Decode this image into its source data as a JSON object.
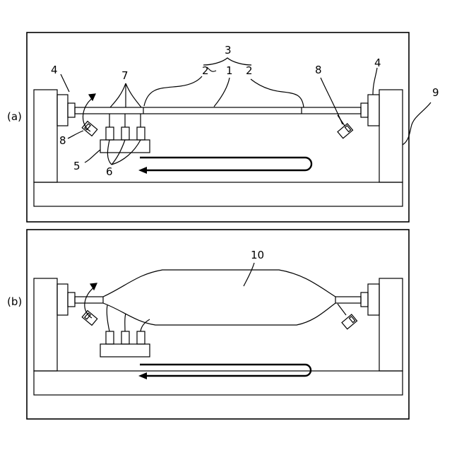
{
  "panels": {
    "a": {
      "panel_label": "(a)",
      "labels": {
        "core_group": "3",
        "cladding_left": "2",
        "core": "1",
        "cladding_right": "2",
        "clamp_left": "4",
        "clamp_right": "4",
        "electrodes": "7",
        "gauge_right": "8",
        "gauge_left": "8",
        "heater_base": "5",
        "heaters": "6",
        "enclosure": "9"
      }
    },
    "b": {
      "panel_label": "(b)",
      "labels": {
        "preform": "10"
      }
    }
  }
}
